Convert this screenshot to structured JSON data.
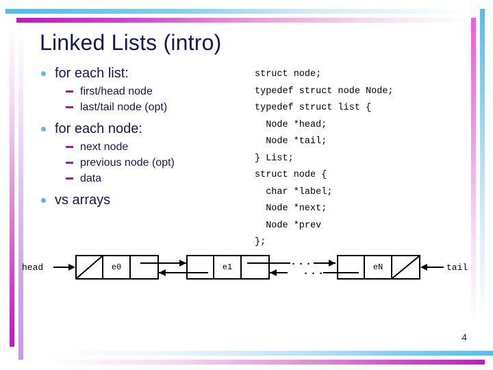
{
  "slide": {
    "title": "Linked Lists (intro)",
    "number": "4"
  },
  "bullets": [
    {
      "label": "for each list:",
      "sub": [
        "first/head node",
        "last/tail node (opt)"
      ]
    },
    {
      "label": "for each node:",
      "sub": [
        "next node",
        "previous node (opt)",
        "data"
      ]
    },
    {
      "label": "vs arrays",
      "sub": []
    }
  ],
  "code": {
    "lines": [
      "struct node;",
      "typedef struct node Node;",
      "typedef struct list {",
      "  Node *head;",
      "  Node *tail;",
      "} List;",
      "struct node {",
      "  char *label;",
      "  Node *next;",
      "  Node *prev",
      "};"
    ],
    "text": "struct node;\ntypedef struct node Node;\ntypedef struct list {\n  Node *head;\n  Node *tail;\n} List;\nstruct node {\n  char *label;\n  Node *next;\n  Node *prev\n};"
  },
  "diagram": {
    "head_label": "head",
    "tail_label": "tail",
    "node_values": [
      "e0",
      "e1",
      "eN"
    ],
    "ellipsis_top": "...",
    "ellipsis_bottom": "...",
    "colors": {
      "line": "#000000",
      "title": "#16165C",
      "bullet_dot": "#57B9E8",
      "bullet_dash": "#A617A6",
      "accent_blue": "#4FBDEF",
      "accent_magenta": "#C715C7",
      "accent_pink": "#FA57E8",
      "accent_violet": "#C79BEC"
    }
  }
}
